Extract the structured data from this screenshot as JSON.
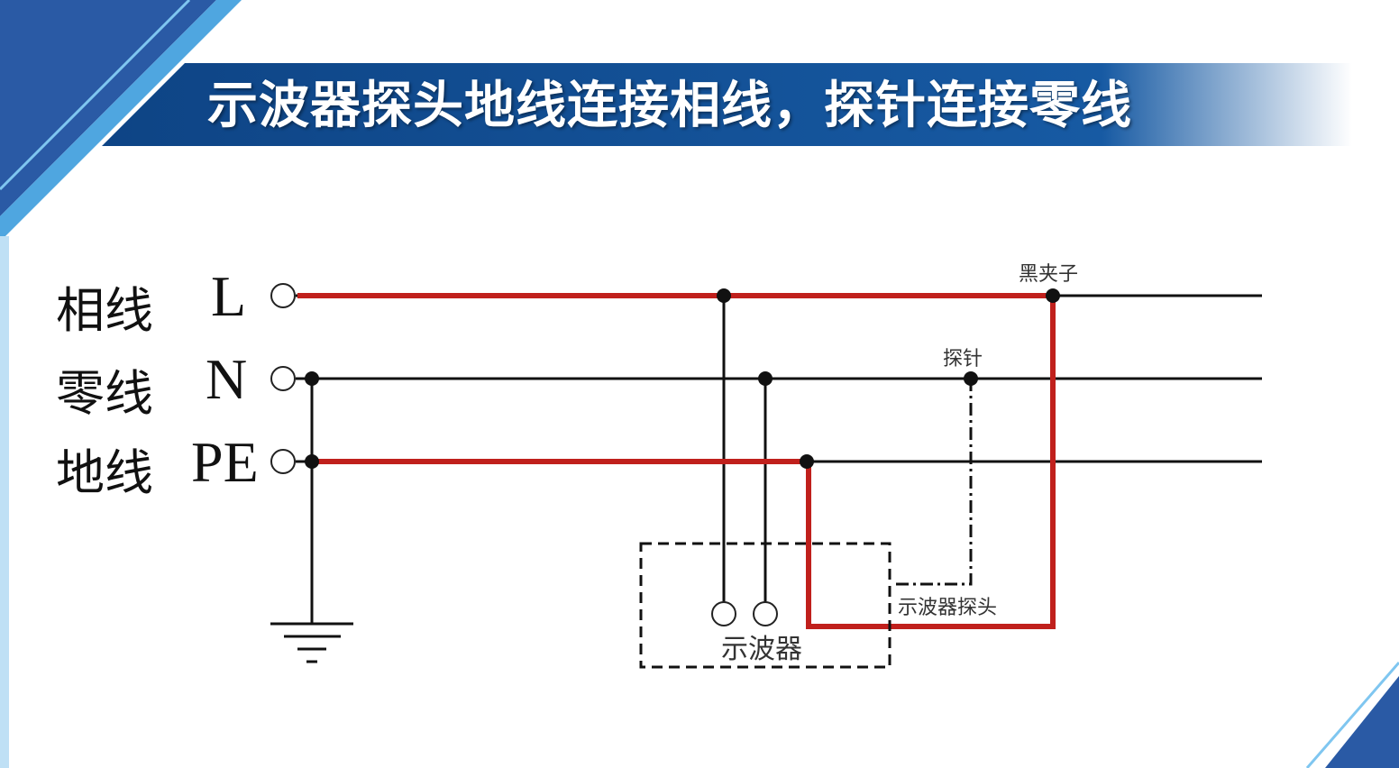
{
  "title": "示波器探头地线连接相线，探针连接零线",
  "lines": [
    {
      "name": "相线",
      "symbol": "L"
    },
    {
      "name": "零线",
      "symbol": "N"
    },
    {
      "name": "地线",
      "symbol": "PE"
    }
  ],
  "labels": {
    "black_clip": "黑夹子",
    "probe_tip": "探针",
    "probe": "示波器探头",
    "oscilloscope": "示波器"
  },
  "colors": {
    "highlight": "#c0201c",
    "title_band": "#0f4a8c"
  }
}
